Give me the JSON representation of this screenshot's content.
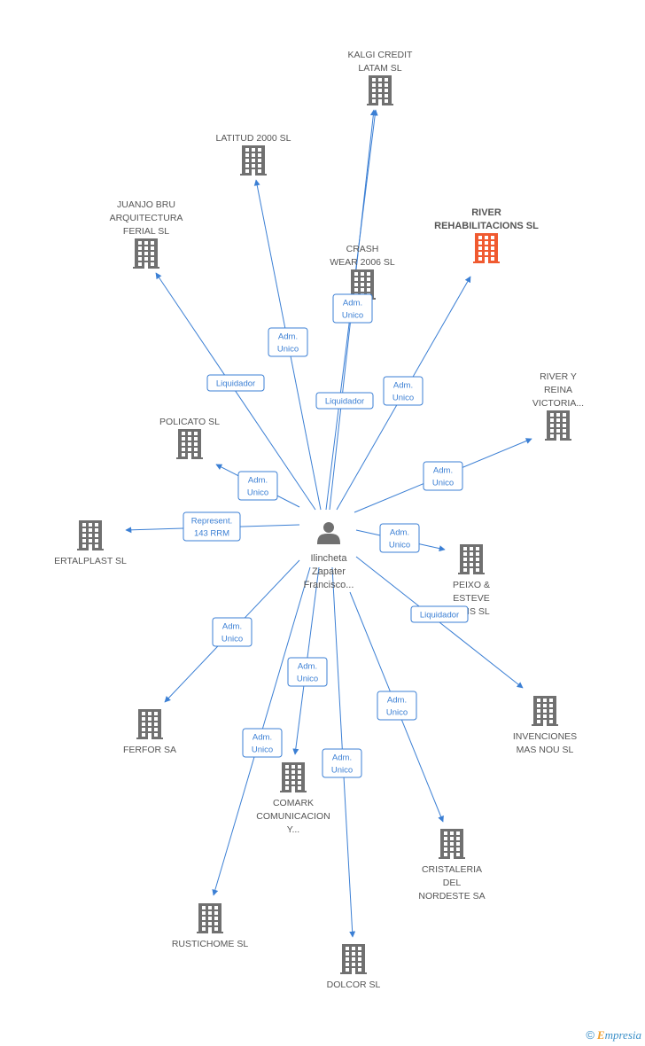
{
  "center": {
    "label_lines": [
      "Ilincheta",
      "Zapater",
      "Francisco..."
    ]
  },
  "nodes": [
    {
      "id": "kalgi",
      "label_lines": [
        "KALGI CREDIT",
        "LATAM  SL"
      ],
      "highlight": false
    },
    {
      "id": "latitud",
      "label_lines": [
        "LATITUD 2000 SL"
      ],
      "highlight": false
    },
    {
      "id": "juanjo",
      "label_lines": [
        "JUANJO BRU",
        "ARQUITECTURA",
        "FERIAL SL"
      ],
      "highlight": false
    },
    {
      "id": "crash",
      "label_lines": [
        "CRASH",
        "WEAR 2006 SL"
      ],
      "highlight": false
    },
    {
      "id": "river-rehab",
      "label_lines": [
        "RIVER",
        "REHABILITACIONS SL"
      ],
      "highlight": true
    },
    {
      "id": "river-reina",
      "label_lines": [
        "RIVER Y",
        "REINA",
        "VICTORIA..."
      ],
      "highlight": false
    },
    {
      "id": "policato",
      "label_lines": [
        "POLICATO SL"
      ],
      "highlight": false
    },
    {
      "id": "ertalplast",
      "label_lines": [
        "ERTALPLAST SL"
      ],
      "highlight": false
    },
    {
      "id": "peixo",
      "label_lines": [
        "PEIXO &",
        "ESTEVE",
        "...EIS SL"
      ],
      "highlight": false
    },
    {
      "id": "invenciones",
      "label_lines": [
        "INVENCIONES",
        "MAS NOU SL"
      ],
      "highlight": false
    },
    {
      "id": "ferfor",
      "label_lines": [
        "FERFOR SA"
      ],
      "highlight": false
    },
    {
      "id": "comark",
      "label_lines": [
        "COMARK",
        "COMUNICACION",
        "Y..."
      ],
      "highlight": false
    },
    {
      "id": "cristaleria",
      "label_lines": [
        "CRISTALERIA",
        "DEL",
        "NORDESTE SA"
      ],
      "highlight": false
    },
    {
      "id": "rustichome",
      "label_lines": [
        "RUSTICHOME SL"
      ],
      "highlight": false
    },
    {
      "id": "dolcor",
      "label_lines": [
        "DOLCOR SL"
      ],
      "highlight": false
    }
  ],
  "edges": [
    {
      "target": "kalgi",
      "label_lines": [
        "Adm.",
        "Unico"
      ]
    },
    {
      "target": "kalgi",
      "label_lines": [
        "Liquidador"
      ]
    },
    {
      "target": "latitud",
      "label_lines": [
        "Adm.",
        "Unico"
      ]
    },
    {
      "target": "juanjo",
      "label_lines": [
        "Liquidador"
      ]
    },
    {
      "target": "river-rehab",
      "label_lines": [
        "Adm.",
        "Unico"
      ]
    },
    {
      "target": "river-reina",
      "label_lines": [
        "Adm.",
        "Unico"
      ]
    },
    {
      "target": "policato",
      "label_lines": [
        "Adm.",
        "Unico"
      ]
    },
    {
      "target": "ertalplast",
      "label_lines": [
        "Represent.",
        "143 RRM"
      ]
    },
    {
      "target": "peixo",
      "label_lines": [
        "Adm.",
        "Unico"
      ]
    },
    {
      "target": "invenciones",
      "label_lines": [
        "Liquidador"
      ]
    },
    {
      "target": "ferfor",
      "label_lines": [
        "Adm.",
        "Unico"
      ]
    },
    {
      "target": "comark",
      "label_lines": [
        "Adm.",
        "Unico"
      ]
    },
    {
      "target": "cristaleria",
      "label_lines": [
        "Adm.",
        "Unico"
      ]
    },
    {
      "target": "rustichome",
      "label_lines": [
        "Adm.",
        "Unico"
      ]
    },
    {
      "target": "dolcor",
      "label_lines": [
        "Adm.",
        "Unico"
      ]
    }
  ],
  "colors": {
    "edge": "#3b7fd4",
    "building": "#707070",
    "building_highlight": "#f05a30",
    "person": "#707070"
  },
  "watermark": {
    "copyright": "©",
    "brand_e": "E",
    "brand_rest": "mpresia"
  }
}
